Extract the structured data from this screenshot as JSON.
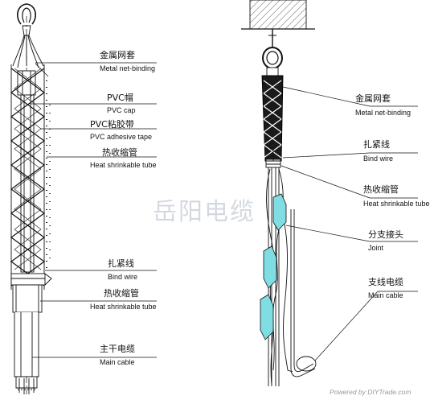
{
  "labels_left": [
    {
      "cn": "金属网套",
      "en": "Metal net-binding"
    },
    {
      "cn": "PVC帽",
      "en": "PVC cap"
    },
    {
      "cn": "PVC粘胶带",
      "en": "PVC adhesive tape"
    },
    {
      "cn": "热收缩管",
      "en": "Heat shrinkable tube"
    },
    {
      "cn": "扎紧线",
      "en": "Bind wire"
    },
    {
      "cn": "热收缩管",
      "en": "Heat shrinkable tube"
    },
    {
      "cn": "主干电缆",
      "en": "Main cable"
    }
  ],
  "labels_right": [
    {
      "cn": "金属网套",
      "en": "Metal net-binding"
    },
    {
      "cn": "扎紧线",
      "en": "Bind wire"
    },
    {
      "cn": "热收缩管",
      "en": "Heat shrinkable tube"
    },
    {
      "cn": "分支接头",
      "en": "Joint"
    },
    {
      "cn": "支线电缆",
      "en": "Main cable"
    }
  ],
  "watermark": "岳阳电缆",
  "footer": "Powered by DIYTrade.com",
  "colors": {
    "line": "#111111",
    "joint": "#7fdde3",
    "watermark": "#a0aab9"
  }
}
